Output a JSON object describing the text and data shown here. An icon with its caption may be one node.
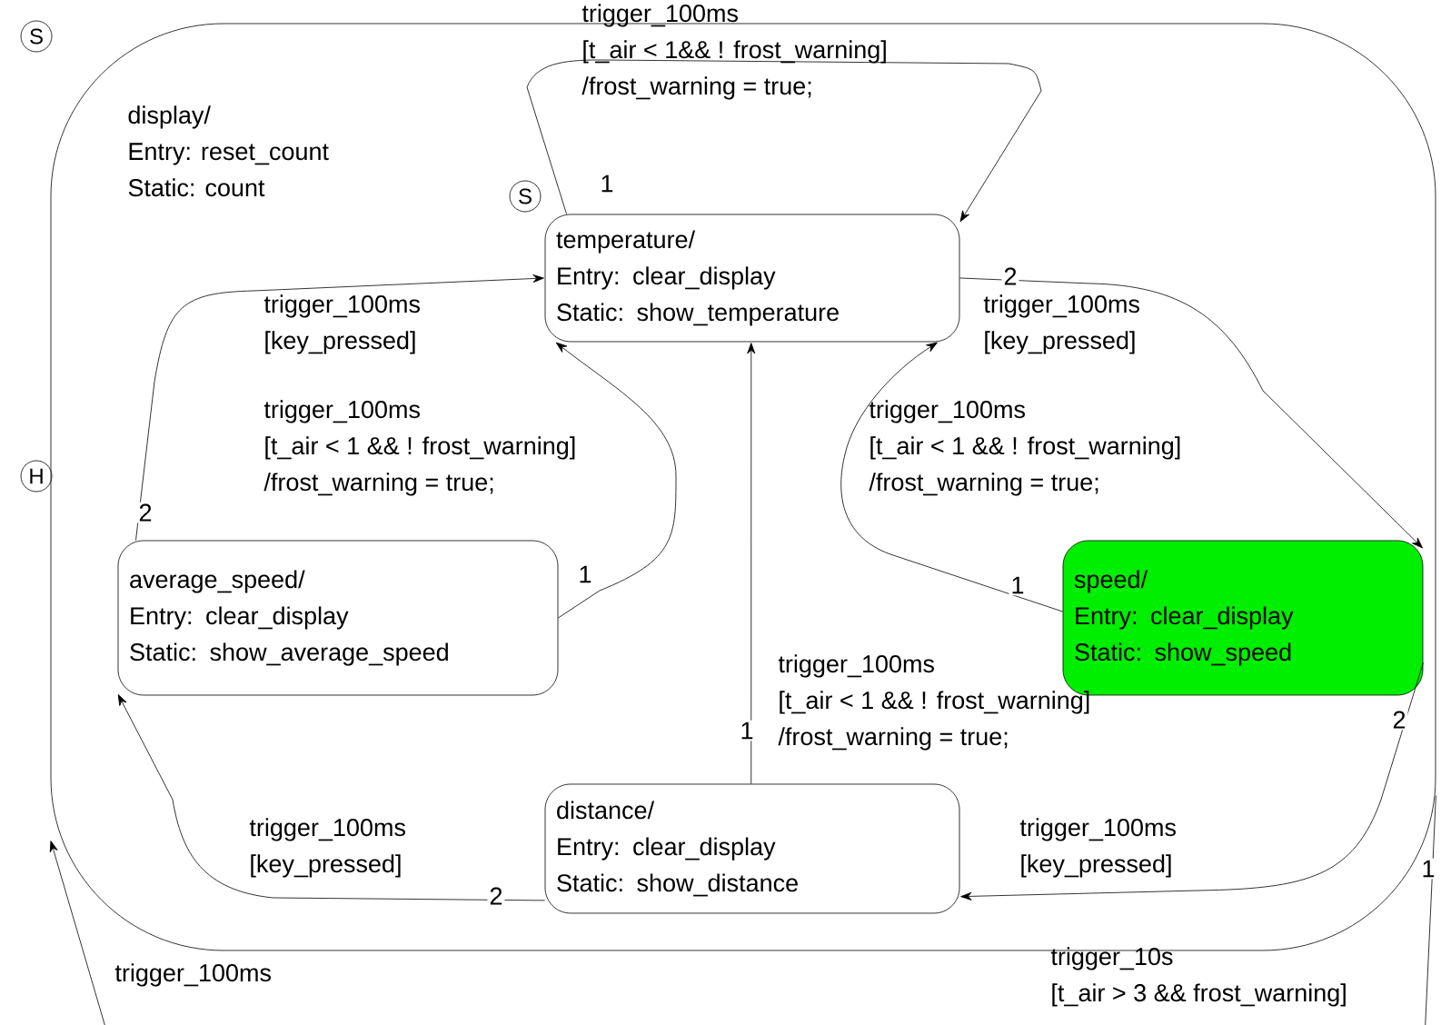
{
  "diagram": {
    "nodes": [
      {
        "text": [
          "S"
        ]
      },
      {
        "text": [
          "display/",
          "Entry: reset_count",
          "Static: count"
        ]
      },
      {
        "text": [
          "S"
        ],
        "in": 1
      },
      {
        "text": [
          "H"
        ]
      },
      {
        "text": [
          "temperature/",
          "Entry: clear_display",
          "Static: show_temperature"
        ],
        "in": 1
      },
      {
        "text": [
          "average_speed/",
          "Entry: clear_display",
          "Static: show_average_speed"
        ],
        "in": 1
      },
      {
        "text": [
          "speed/",
          "Entry: clear_display",
          "Static: show_speed"
        ],
        "in": 1
      },
      {
        "text": [
          "distance/",
          "Entry: clear_display",
          "Static: show_distance"
        ],
        "in": 1
      }
    ],
    "edges": [
      {
        "from": 4,
        "to": 4,
        "arrow": "to",
        "label": "trigger_100ms [t_air < 1&& ! frost_warning] /frost_warning = true;"
      },
      {
        "from": 5,
        "to": 4,
        "arrow": "to",
        "label": "trigger_100ms [key_pressed]"
      },
      {
        "from": 5,
        "to": 4,
        "arrow": "to",
        "label": "trigger_100ms [t_air < 1 && ! frost_warning] /frost_warning = true;"
      },
      {
        "from": 4,
        "to": 6,
        "arrow": "to",
        "label": "trigger_100ms [key_pressed]"
      },
      {
        "from": 6,
        "to": 4,
        "arrow": "to",
        "label": "trigger_100ms [t_air < 1 && ! frost_warning] /frost_warning = true;"
      },
      {
        "from": 6,
        "to": 7,
        "arrow": "to",
        "label": "trigger_100ms [key_pressed]"
      },
      {
        "from": 7,
        "to": 4,
        "arrow": "to",
        "label": "trigger_100ms [t_air < 1 && ! frost_warning] /frost_warning = true;"
      },
      {
        "from": 7,
        "to": 5,
        "arrow": "to",
        "label": "trigger_100ms [key_pressed]"
      },
      {
        "from": 1,
        "to": null,
        "arrow": "none",
        "label": "trigger_10s [t_air > 3 && frost_warning]"
      },
      {
        "from": null,
        "to": 1,
        "arrow": "to",
        "label": "trigger_100ms"
      }
    ],
    "labels": [
      "1",
      "2",
      "2",
      "1",
      "1",
      "2",
      "1",
      "2",
      "1"
    ]
  }
}
